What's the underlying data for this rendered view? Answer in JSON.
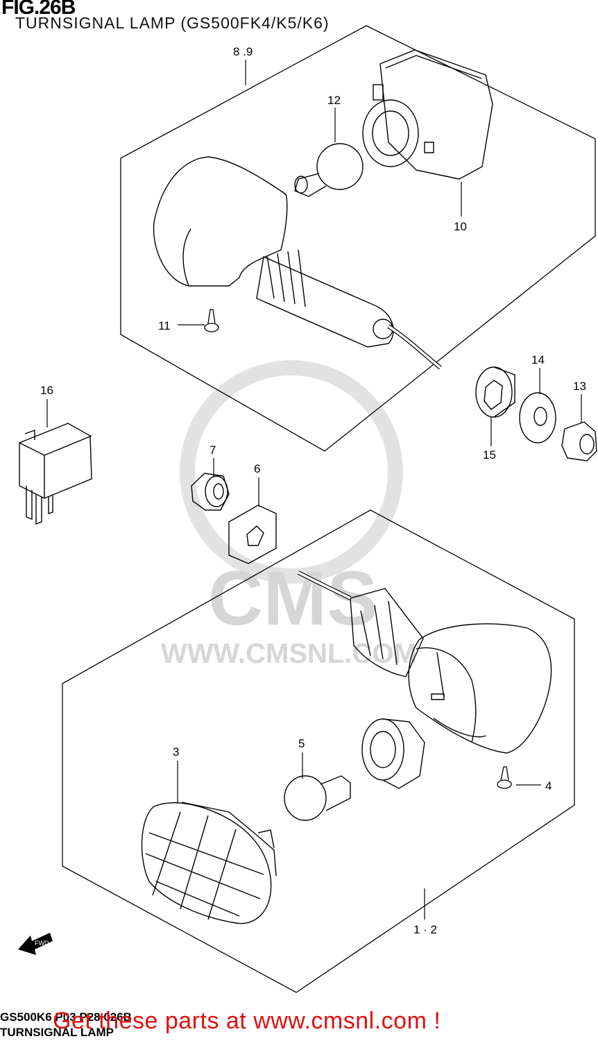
{
  "figure": {
    "title": "FIG.26B",
    "subtitle": "TURNSIGNAL LAMP (GS500FK4/K5/K6)"
  },
  "callouts": {
    "c_8_9": "8 .9",
    "c_12": "12",
    "c_10": "10",
    "c_11": "11",
    "c_14": "14",
    "c_13": "13",
    "c_15": "15",
    "c_16": "16",
    "c_7": "7",
    "c_6": "6",
    "c_3": "3",
    "c_5": "5",
    "c_4": "4",
    "c_1_2": "1 · 2"
  },
  "watermark": {
    "brand": "CMS",
    "url": "WWW.CMSNL.COM"
  },
  "fwd_label": "FWD",
  "footer": {
    "code": "GS500K6 P03 P28 026B",
    "name": "TURNSIGNAL LAMP",
    "promo": "Get these parts at www.cmsnl.com !"
  },
  "colors": {
    "line": "#000000",
    "watermark": "#d6d6d6",
    "promo": "#e01010"
  }
}
